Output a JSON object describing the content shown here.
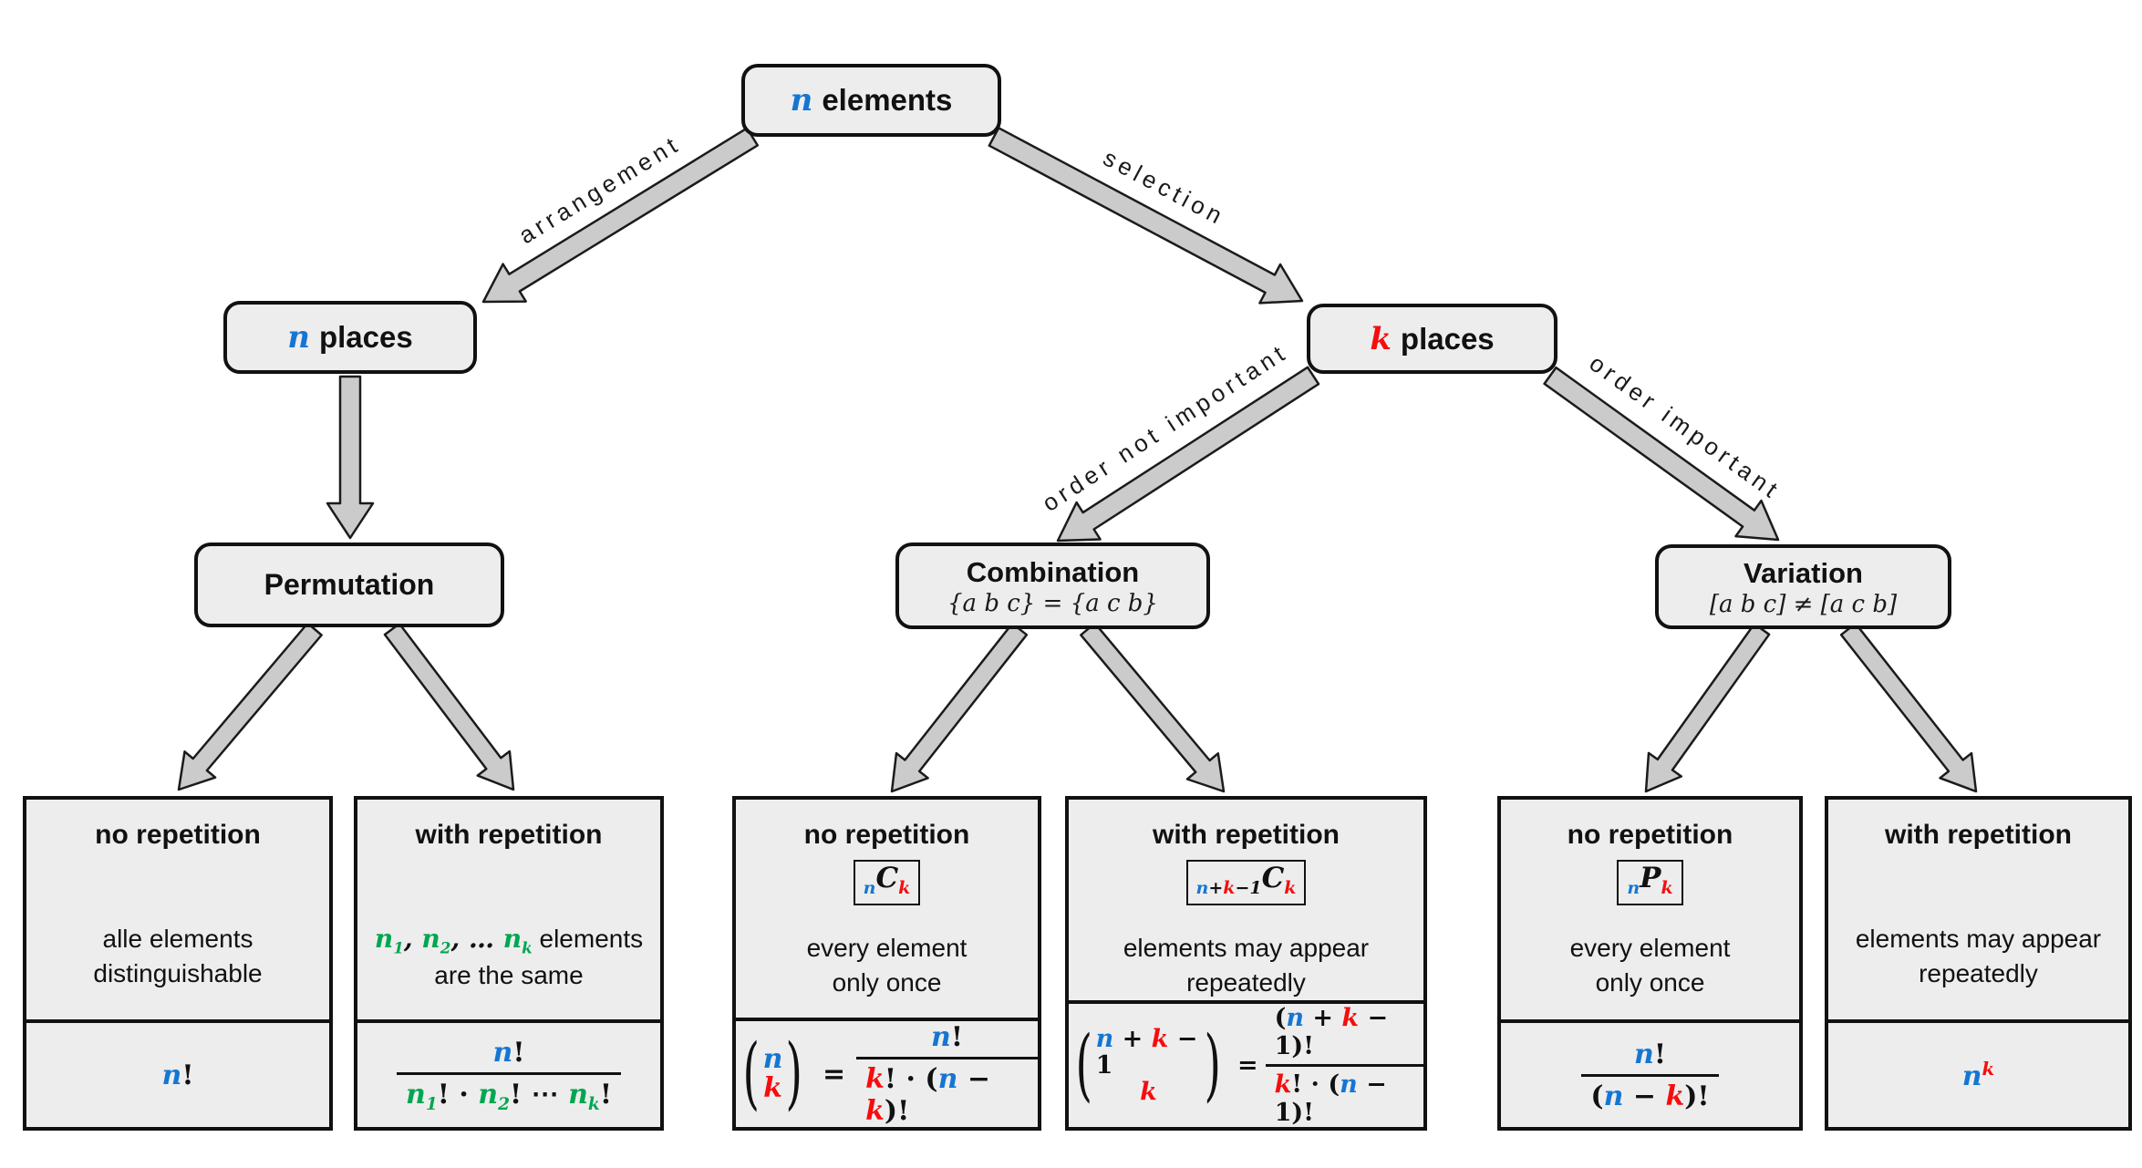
{
  "edges": {
    "arrangement": "arrangement",
    "selection": "selection",
    "order_not_important": "order not important",
    "order_important": "order important"
  },
  "nodes": {
    "root": {
      "var": "n",
      "label": "elements"
    },
    "n_places": {
      "var": "n",
      "label": "places"
    },
    "k_places": {
      "var": "k",
      "label": "places"
    },
    "permutation": {
      "title": "Permutation"
    },
    "combination": {
      "title": "Combination",
      "subtitle": "{a b c} = {a c b}"
    },
    "variation": {
      "title": "Variation",
      "subtitle": "[a b c] ≠ [a c b]"
    }
  },
  "leaves": {
    "perm_no_rep": {
      "header": "no repetition",
      "body1": "alle elements",
      "body2": "distinguishable",
      "f_n": "n",
      "f_exc": "!"
    },
    "perm_with_rep": {
      "header": "with repetition",
      "b_n1": "n",
      "b_s1": "1",
      "b_sep1": ", ",
      "b_n2": "n",
      "b_s2": "2",
      "b_sep2": ", … ",
      "b_nk": "n",
      "b_sk": "k",
      "b_rest": " elements",
      "body2": "are the same",
      "num_n": "n",
      "num_exc": "!",
      "d_n1": "n",
      "d_s1": "1",
      "d_e1": "! · ",
      "d_n2": "n",
      "d_s2": "2",
      "d_e2": "! ⋯ ",
      "d_nk": "n",
      "d_sk": "k",
      "d_e3": "!"
    },
    "comb_no_rep": {
      "header": "no repetition",
      "sym_pre": "n",
      "sym_letter": "C",
      "sym_post": "k",
      "body1": "every element",
      "body2": "only once",
      "bin_top": "n",
      "bin_bot": "k",
      "eq": "=",
      "num_n": "n",
      "num_exc": "!",
      "den_k": "k",
      "den_m1": "! · (",
      "den_n": "n",
      "den_m2": " − ",
      "den_k2": "k",
      "den_m3": ")!"
    },
    "comb_with_rep": {
      "header": "with repetition",
      "sym_pre_n": "n",
      "sym_pre_p": "+",
      "sym_pre_k": "k",
      "sym_pre_m": "−1",
      "sym_letter": "C",
      "sym_post": "k",
      "body1": "elements may appear",
      "body2": "repeatedly",
      "bin_top_n": "n",
      "bin_top_p": " + ",
      "bin_top_k": "k",
      "bin_top_m": " − 1",
      "bin_bot": "k",
      "eq": "=",
      "num_o": "(",
      "num_n": "n",
      "num_p": " + ",
      "num_k": "k",
      "num_m": " − 1",
      "num_c": ")!",
      "den_k": "k",
      "den_m1": "! · (",
      "den_n": "n",
      "den_m2": " − 1)!"
    },
    "var_no_rep": {
      "header": "no repetition",
      "sym_pre": "n",
      "sym_letter": "P",
      "sym_post": "k",
      "body1": "every element",
      "body2": "only once",
      "num_n": "n",
      "num_exc": "!",
      "den_o": "(",
      "den_n": "n",
      "den_m": " − ",
      "den_k": "k",
      "den_c": ")!"
    },
    "var_with_rep": {
      "header": "with repetition",
      "body1": "elements may appear",
      "body2": "repeatedly",
      "f_n": "n",
      "f_k": "k"
    }
  },
  "colors": {
    "blue": "#1576d2",
    "red": "#f60d0d",
    "green": "#00a651",
    "box_fill": "#ededed",
    "arrow_fill": "#cbcbcb"
  }
}
